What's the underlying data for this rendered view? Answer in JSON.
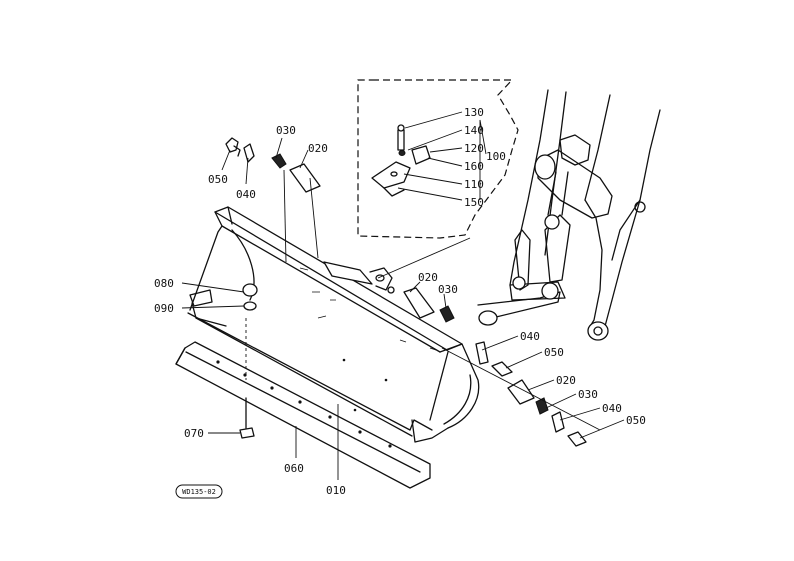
{
  "diagram": {
    "callouts": {
      "p130": "130",
      "p140": "140",
      "p120": "120",
      "p100": "100",
      "p160": "160",
      "p110": "110",
      "p150": "150",
      "p030_top": "030",
      "p020_top": "020",
      "p050_top": "050",
      "p040_top": "040",
      "p020_mid": "020",
      "p030_mid": "030",
      "p080": "080",
      "p090": "090",
      "p040_mid": "040",
      "p050_mid": "050",
      "p020_low": "020",
      "p030_low": "030",
      "p040_low": "040",
      "p050_low": "050",
      "p070": "070",
      "p060": "060",
      "p010": "010"
    },
    "drawing_code": "WD135-02"
  }
}
